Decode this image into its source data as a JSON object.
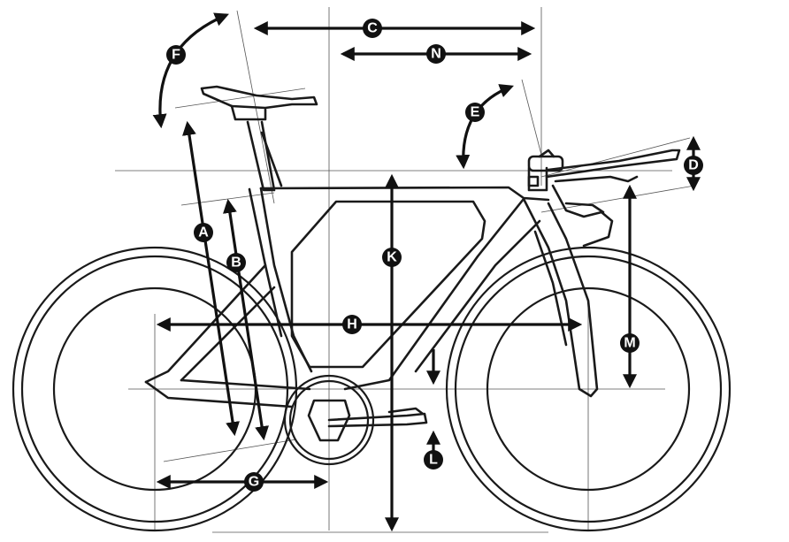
{
  "labels": {
    "A": "A",
    "B": "B",
    "C": "C",
    "D": "D",
    "E": "E",
    "F": "F",
    "G": "G",
    "H": "H",
    "K": "K",
    "L": "L",
    "M": "M",
    "N": "N"
  },
  "colors": {
    "ink": "#111111",
    "guide": "#555555",
    "background": "#ffffff"
  }
}
